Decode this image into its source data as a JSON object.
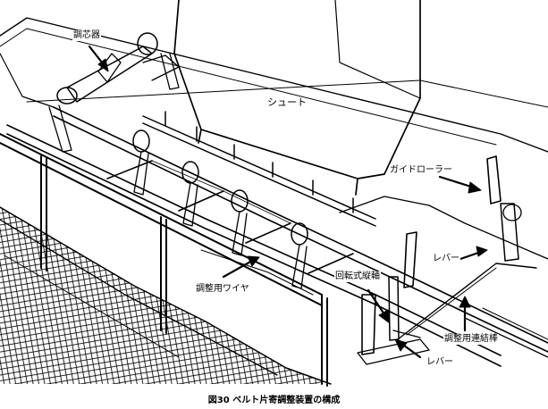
{
  "figure": {
    "caption": "図30 ベルト片寄調整装置の構成",
    "labels": {
      "centering_idler": "調芯器",
      "chute": "シュート",
      "guide_roller": "ガイドローラー",
      "lever_top": "レバー",
      "rotating_vertical_shaft": "回転式縦軸",
      "adjusting_wire": "調整用ワイヤ",
      "adjusting_link_rod": "調整用連結棒",
      "lever_bottom": "レバー"
    }
  }
}
